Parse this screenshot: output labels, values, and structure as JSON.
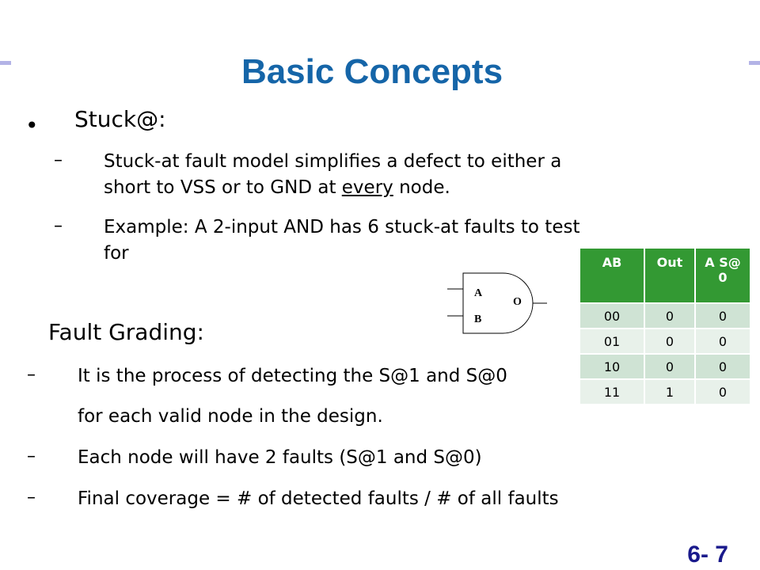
{
  "title": "Basic Concepts",
  "stuck": {
    "bullet": "•",
    "heading": "Stuck@:",
    "items": [
      {
        "dash": "–",
        "line1": "Stuck-at fault model simplifies a defect to either a",
        "line2_pre": "short to VSS or to GND at ",
        "line2_u": "every",
        "line2_post": " node."
      },
      {
        "dash": "–",
        "line1": "Example: A 2-input AND has 6 stuck-at faults to test",
        "line2": "for"
      }
    ]
  },
  "gate": {
    "input_a": "A",
    "input_b": "B",
    "output": "O"
  },
  "truth_table": {
    "headers": [
      "AB",
      "Out",
      "A S@ 0"
    ],
    "rows": [
      [
        "00",
        "0",
        "0"
      ],
      [
        "01",
        "0",
        "0"
      ],
      [
        "10",
        "0",
        "0"
      ],
      [
        "11",
        "1",
        "0"
      ]
    ]
  },
  "grading": {
    "heading": "Fault Grading:",
    "items": [
      {
        "dash": "–",
        "line1": "It is the process of detecting the S@1 and S@0",
        "line2": "for each valid node in the design."
      },
      {
        "dash": "–",
        "line1": "Each node will have 2 faults (S@1 and S@0)"
      },
      {
        "dash": "–",
        "line1": "Final coverage = # of detected faults / # of all faults"
      }
    ]
  },
  "slide_number": "6- 7"
}
